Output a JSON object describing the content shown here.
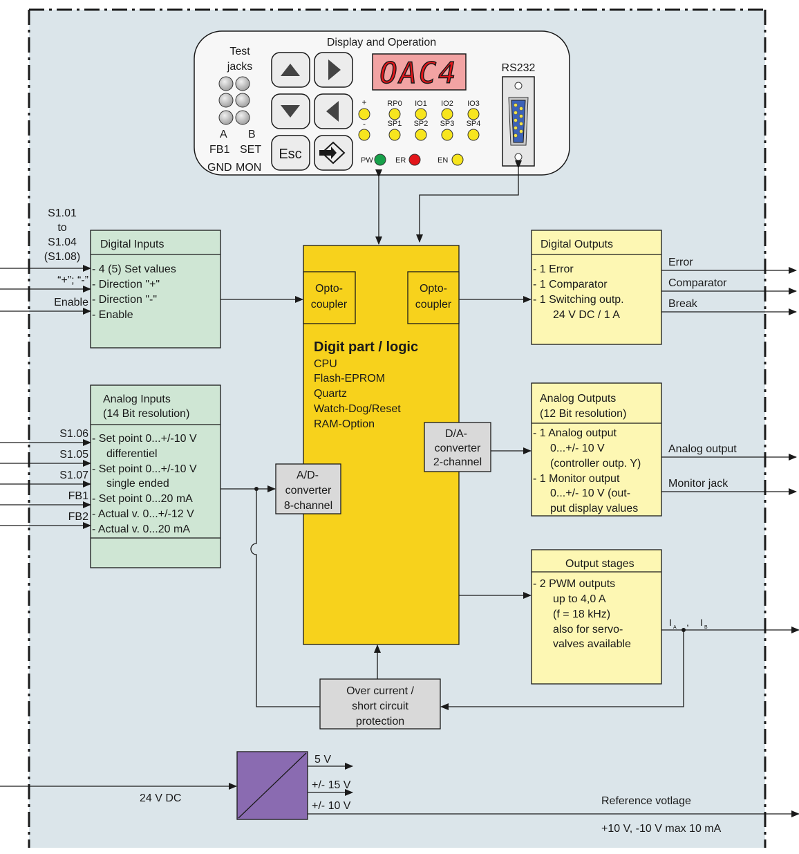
{
  "display": {
    "title": "Display and Operation",
    "test_jacks": [
      "Test",
      "jacks"
    ],
    "jack_a": "A",
    "jack_b": "B",
    "fb1": "FB1",
    "set": "SET",
    "gnd": "GND",
    "mon": "MON",
    "readout": "OAC4",
    "esc": "Esc",
    "plus": "+",
    "minus": "-",
    "leds_top": [
      "RP0",
      "IO1",
      "IO2",
      "IO3"
    ],
    "leds_bottom": [
      "SP1",
      "SP2",
      "SP3",
      "SP4"
    ],
    "pw": "PW",
    "er": "ER",
    "en": "EN",
    "rs232": "RS232"
  },
  "digital_inputs": {
    "title": "Digital Inputs",
    "items": [
      "- 4 (5) Set values",
      "- Direction \"+\"",
      "- Direction \"-\"",
      "- Enable"
    ],
    "side_labels": [
      "S1.01",
      "to",
      "S1.04",
      "(S1.08)"
    ],
    "quote_label": "“+”; “-”",
    "enable_label": "Enable"
  },
  "analog_inputs": {
    "title": [
      "Analog Inputs",
      "(14 Bit resolution)"
    ],
    "items": [
      "- Set point 0...+/-10 V",
      "differentiel",
      "- Set point 0...+/-10 V",
      "single ended",
      "- Set point 0...20 mA",
      "- Actual v. 0...+/-12 V",
      "- Actual v.  0...20 mA"
    ],
    "side_labels": [
      "S1.06",
      "S1.05",
      "S1.07",
      "FB1",
      "FB2"
    ]
  },
  "logic": {
    "opto_left": [
      "Opto-",
      "coupler"
    ],
    "opto_right": [
      "Opto-",
      "coupler"
    ],
    "title": "Digit part / logic",
    "items": [
      "CPU",
      "Flash-EPROM",
      "Quartz",
      "Watch-Dog/Reset",
      "RAM-Option"
    ],
    "da": [
      "D/A-",
      "converter",
      "2-channel"
    ],
    "ad": [
      "A/D-",
      "converter",
      "8-channel"
    ]
  },
  "digital_outputs": {
    "title": "Digital Outputs",
    "items": [
      "- 1 Error",
      "- 1 Comparator",
      "- 1 Switching outp.",
      "24 V DC / 1 A"
    ],
    "outputs": [
      "Error",
      "Comparator",
      "Break"
    ]
  },
  "analog_outputs": {
    "title": [
      "Analog Outputs",
      "(12 Bit resolution)"
    ],
    "items": [
      "- 1 Analog output",
      "0...+/- 10 V",
      "(controller outp. Y)",
      "- 1 Monitor output",
      "0...+/- 10 V (out-",
      "put display values"
    ],
    "outputs": [
      "Analog output",
      "Monitor jack"
    ]
  },
  "output_stages": {
    "title": "Output stages",
    "items": [
      "- 2 PWM outputs",
      "up to 4,0 A",
      "(f = 18 kHz)",
      "also for servo-",
      "valves available"
    ],
    "ia": "I",
    "ia_sub": "A",
    "comma": ",",
    "ib": "I",
    "ib_sub": "B"
  },
  "protection": {
    "lines": [
      "Over current /",
      "short circuit",
      "protection"
    ]
  },
  "power": {
    "input": "24 V DC",
    "outputs": [
      "5 V",
      "+/- 15 V",
      "+/- 10 V"
    ],
    "ref_title": "Reference votlage",
    "ref_value": "+10 V, -10 V max 10 mA"
  },
  "colors": {
    "background": "#dbe5ea",
    "green_box": "#cfe6d4",
    "yellow_box": "#fdf7b3",
    "logic": "#f7d21c",
    "gray_box": "#d9d9d9",
    "purple": "#8a6bb1",
    "display_red": "#f2a3a3",
    "led_yellow": "#f7e51e",
    "led_green": "#17a14a",
    "led_red": "#e3161b"
  }
}
